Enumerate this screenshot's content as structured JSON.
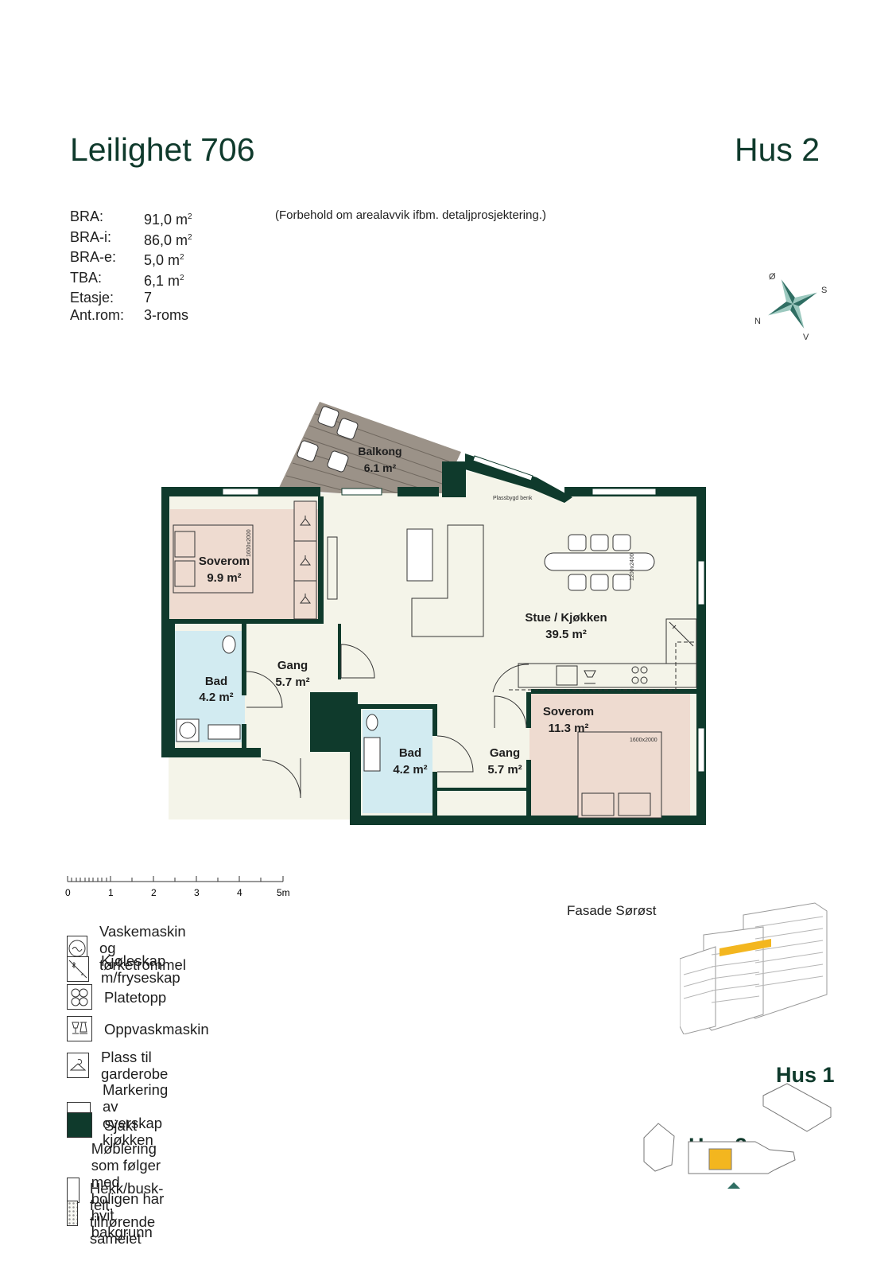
{
  "header": {
    "title": "Leilighet 706",
    "house": "Hus 2"
  },
  "facts": [
    {
      "key": "BRA:",
      "value": "91,0 m",
      "sup": "2"
    },
    {
      "key": "BRA-i:",
      "value": "86,0 m",
      "sup": "2"
    },
    {
      "key": "BRA-e:",
      "value": "5,0 m",
      "sup": "2"
    },
    {
      "key": "TBA:",
      "value": "6,1 m",
      "sup": "2"
    },
    {
      "key": "Etasje:",
      "value": "7",
      "sup": ""
    },
    {
      "key": "Ant.rom:",
      "value": "3-roms",
      "sup": ""
    }
  ],
  "note": "(Forbehold om arealavvik ifbm. detaljprosjektering.)",
  "compass": {
    "n": "N",
    "s": "S",
    "o": "Ø",
    "v": "V"
  },
  "rooms": {
    "balkong": {
      "name": "Balkong",
      "area": "6.1 m²"
    },
    "soverom1": {
      "name": "Soverom",
      "area": "9.9 m²"
    },
    "stue": {
      "name": "Stue / Kjøkken",
      "area": "39.5 m²"
    },
    "gang1": {
      "name": "Gang",
      "area": "5.7 m²"
    },
    "bad1": {
      "name": "Bad",
      "area": "4.2 m²"
    },
    "soverom2": {
      "name": "Soverom",
      "area": "11.3 m²"
    },
    "bad2": {
      "name": "Bad",
      "area": "4.2 m²"
    },
    "gang2": {
      "name": "Gang",
      "area": "5.7 m²"
    },
    "bench": "Plassbygd benk",
    "bed1": "1600x2000",
    "bed2": "1600x2000",
    "table": "1200x2400"
  },
  "colors": {
    "wall": "#0f3a2c",
    "living": "#f4f4e9",
    "bedroom": "#eedbd0",
    "bath": "#d2ebf1",
    "balcony": "#9b9288",
    "accent": "#f3b61f"
  },
  "scale": {
    "labels": [
      "0",
      "1",
      "2",
      "3",
      "4",
      "5m"
    ]
  },
  "legend": [
    {
      "icon": "washer-icon",
      "label": "Vaskemaskin og tørketrommel"
    },
    {
      "icon": "fridge-icon",
      "label": "Kjøleskap m/fryseskap"
    },
    {
      "icon": "cooktop-icon",
      "label": "Platetopp"
    },
    {
      "icon": "dishwasher-icon",
      "label": "Oppvaskmaskin"
    },
    {
      "icon": "hanger-icon",
      "label": "Plass til garderobe"
    },
    {
      "icon": "dashed-line-icon",
      "label": "Markering av overskap kjøkken"
    },
    {
      "icon": "shaft-icon",
      "label": "Sjakt"
    },
    {
      "icon": "white-box-icon",
      "label": "Møblering som følger med",
      "label2": "boligen har hvit bakgrunn"
    },
    {
      "icon": "hedge-icon",
      "label": "Hekk/busk-felt, tilhørende sameiet"
    }
  ],
  "site": {
    "fasade": "Fasade Sørøst",
    "hus1": "Hus 1",
    "hus2": "Hus 2"
  }
}
